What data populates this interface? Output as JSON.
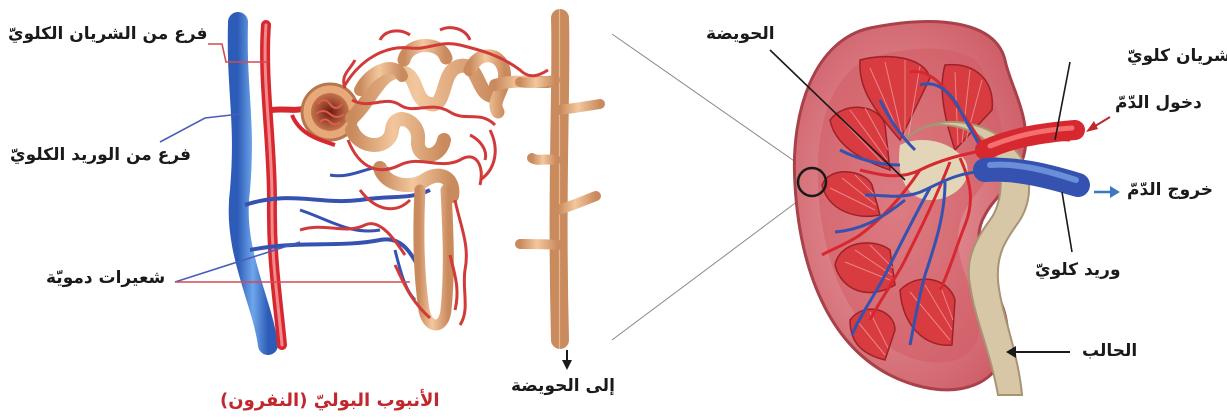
{
  "labels": {
    "renal_artery_branch": "فرع من  الشريان الكلويّ",
    "renal_vein_branch": "فرع من الوريد الكلويّ",
    "capillaries": "شعيرات دمويّة",
    "nephron_title": "الأنبوب البوليّ (النفرون)",
    "to_pelvis": "إلى الحويضة",
    "renal_pelvis": "الحويضة",
    "renal_artery": "شريان كلويّ",
    "blood_in": "دخول الدّمّ",
    "blood_out": "خروج الدّمّ",
    "renal_vein": "وريد كلويّ",
    "ureter": "الحالب"
  },
  "colors": {
    "artery": "#d8282f",
    "vein": "#3552b0",
    "vein_light": "#4e86d6",
    "tubule": "#e9b383",
    "kidney_outer": "#d9717a",
    "kidney_cortex": "#e89aa0",
    "pyramid": "#d63a3f",
    "ureter": "#d8c7a6",
    "title_red": "#c0282d"
  }
}
